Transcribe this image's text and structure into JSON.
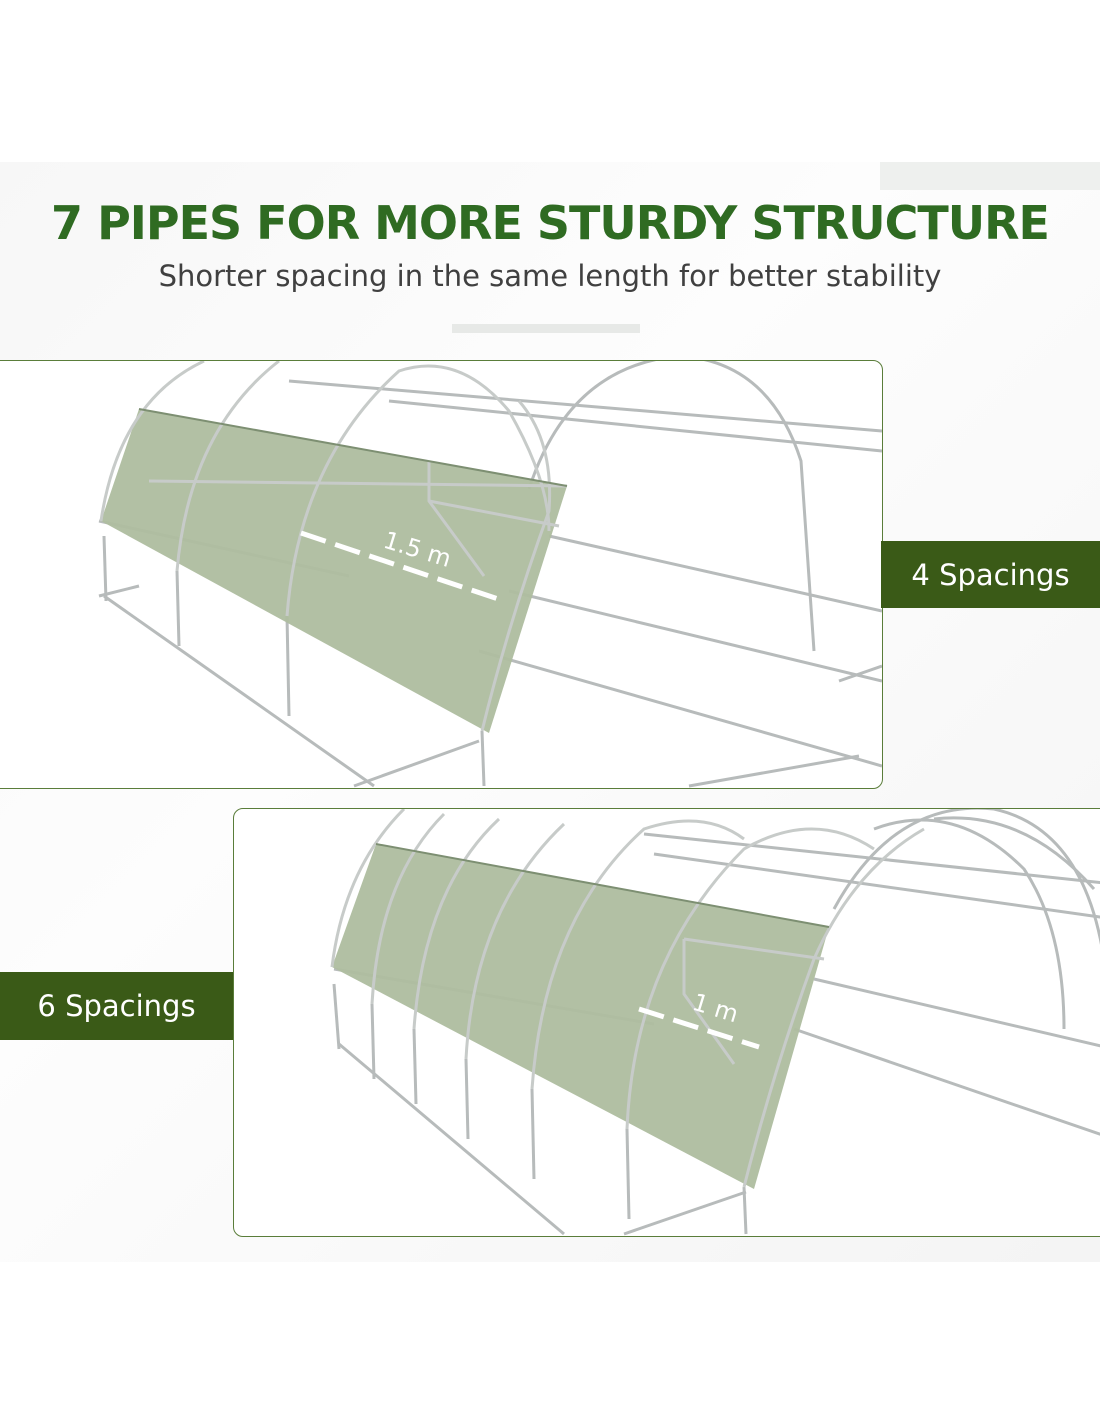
{
  "header": {
    "title": "7 PIPES FOR MORE STURDY STRUCTURE",
    "subtitle": "Shorter spacing in the same length for better stability"
  },
  "panels": [
    {
      "label": "4 Spacings",
      "measurement": "1.5 m"
    },
    {
      "label": "6 Spacings",
      "measurement": "1 m"
    }
  ],
  "colors": {
    "title_green": "#2f6b22",
    "tag_background": "#3a5a17",
    "cover_green": "#aebd9f",
    "frame_gray": "#b8bcbc"
  }
}
